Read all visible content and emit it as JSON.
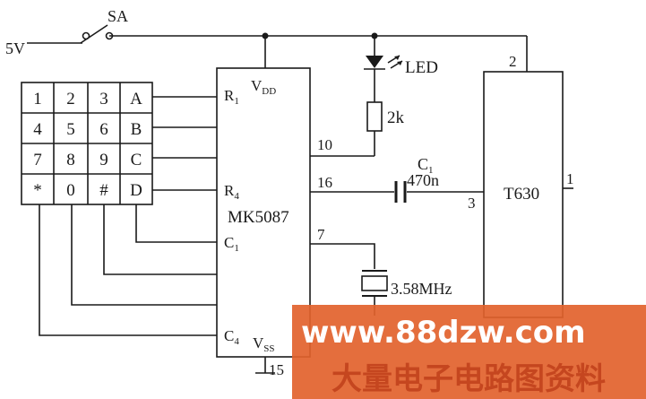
{
  "labels": {
    "supply": "5V",
    "switch": "SA",
    "led": "LED",
    "resistor": "2k",
    "vdd_main": "V",
    "vdd_sub": "DD",
    "r1_main": "R",
    "r1_sub": "1",
    "r4_main": "R",
    "r4_sub": "4",
    "c1pin_main": "C",
    "c1pin_sub": "1",
    "c4pin_main": "C",
    "c4pin_sub": "4",
    "vss_main": "V",
    "vss_sub": "SS",
    "ic": "MK5087",
    "cap_main": "C",
    "cap_sub": "1",
    "cap_value": "470n",
    "t630": "T630",
    "crystal": "3.58MHz"
  },
  "pins": {
    "p10": "10",
    "p16": "16",
    "p7": "7",
    "p15": "15",
    "t1": "1",
    "t2": "2",
    "t3": "3"
  },
  "keypad": {
    "rows": [
      [
        "1",
        "2",
        "3",
        "A"
      ],
      [
        "4",
        "5",
        "6",
        "B"
      ],
      [
        "7",
        "8",
        "9",
        "C"
      ],
      [
        "*",
        "0",
        "#",
        "D"
      ]
    ]
  },
  "watermark": {
    "url": "www.88dzw.com",
    "tagline": "大量电子电路图资料"
  }
}
